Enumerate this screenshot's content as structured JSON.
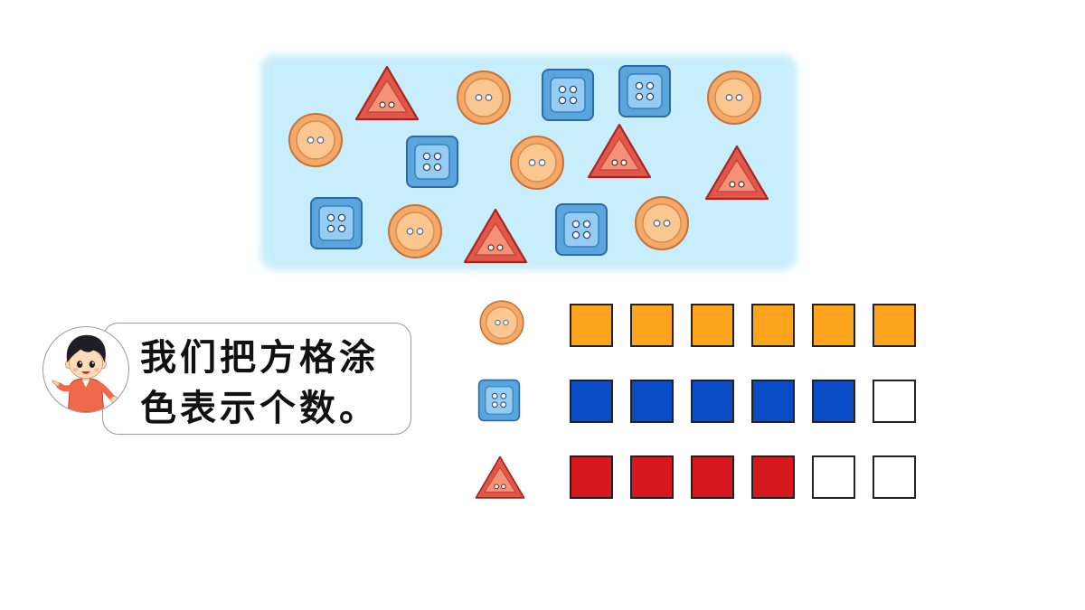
{
  "speech_bubble": {
    "line1": "我们把方格涂",
    "line2": "色表示个数。"
  },
  "avatar": {
    "icon": "boy-character-icon"
  },
  "button_panel": {
    "background": "#c9eefb",
    "button_icons": [
      "orange-round-button-icon",
      "blue-square-button-icon",
      "red-triangle-button-icon"
    ]
  },
  "count_grid": {
    "columns": 6,
    "border_color": "#222222",
    "empty_color": "#ffffff",
    "rows": [
      {
        "icon": "orange-round-button-icon",
        "filled": 6,
        "fill_color": "#fba41c"
      },
      {
        "icon": "blue-square-button-icon",
        "filled": 5,
        "fill_color": "#0a4cc6"
      },
      {
        "icon": "red-triangle-button-icon",
        "filled": 4,
        "fill_color": "#d8181f"
      }
    ]
  }
}
